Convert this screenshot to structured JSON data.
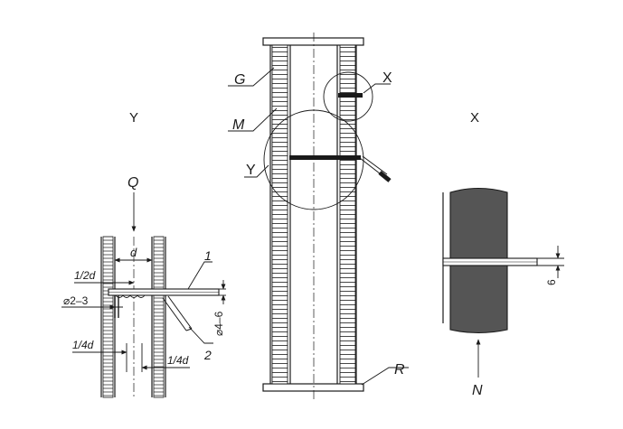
{
  "labels": {
    "G": "G",
    "M": "M",
    "X_marker": "X",
    "Y_marker": "Y",
    "R": "R",
    "view_Y": "Y",
    "view_X": "X",
    "Q": "Q",
    "N": "N",
    "d": "d",
    "half_d": "1/2d",
    "quarter_d_left": "1/4d",
    "quarter_d_right": "1/4d",
    "dia_2_3": "⌀2–3",
    "dia_4_6": "⌀4–6",
    "part_1": "1",
    "part_2": "2",
    "dim_6": "6"
  },
  "colors": {
    "line": "#1a1a1a",
    "sample_fill": "#555555"
  }
}
